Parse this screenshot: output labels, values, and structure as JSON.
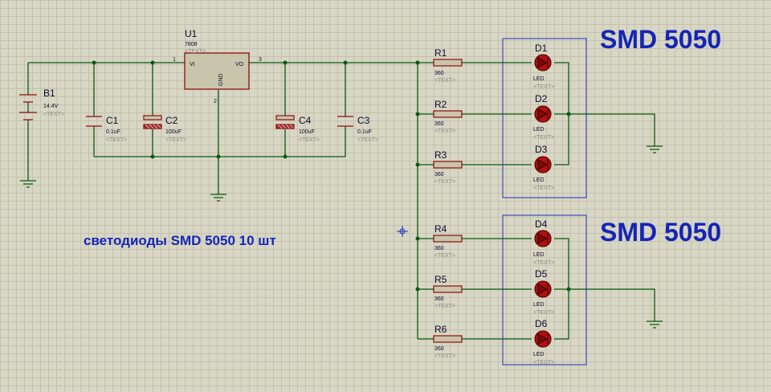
{
  "big_label_top": "SMD 5050",
  "big_label_bottom": "SMD 5050",
  "note": "светодиоды SMD 5050 10 шт",
  "text_placeholder": "<TEXT>",
  "battery": {
    "ref": "B1",
    "value": "14.4V"
  },
  "regulator": {
    "ref": "U1",
    "part": "7808",
    "pin_vi": "VI",
    "pin_vo": "VO",
    "pin_gnd": "GND",
    "pin1": "1",
    "pin2": "2",
    "pin3": "3"
  },
  "capacitors": [
    {
      "ref": "C1",
      "value": "0.1uF"
    },
    {
      "ref": "C2",
      "value": "100uF"
    },
    {
      "ref": "C4",
      "value": "100uF"
    },
    {
      "ref": "C3",
      "value": "0.1uF"
    }
  ],
  "resistors": [
    {
      "ref": "R1",
      "value": "360"
    },
    {
      "ref": "R2",
      "value": "360"
    },
    {
      "ref": "R3",
      "value": "360"
    },
    {
      "ref": "R4",
      "value": "360"
    },
    {
      "ref": "R5",
      "value": "360"
    },
    {
      "ref": "R6",
      "value": "360"
    }
  ],
  "leds": [
    {
      "ref": "D1",
      "value": "LED"
    },
    {
      "ref": "D2",
      "value": "LED"
    },
    {
      "ref": "D3",
      "value": "LED"
    },
    {
      "ref": "D4",
      "value": "LED"
    },
    {
      "ref": "D5",
      "value": "LED"
    },
    {
      "ref": "D6",
      "value": "LED"
    }
  ],
  "colors": {
    "wire": "#0a5a12",
    "component": "#8a0e0e",
    "label": "#1425b8",
    "led_fill": "#b01010"
  }
}
